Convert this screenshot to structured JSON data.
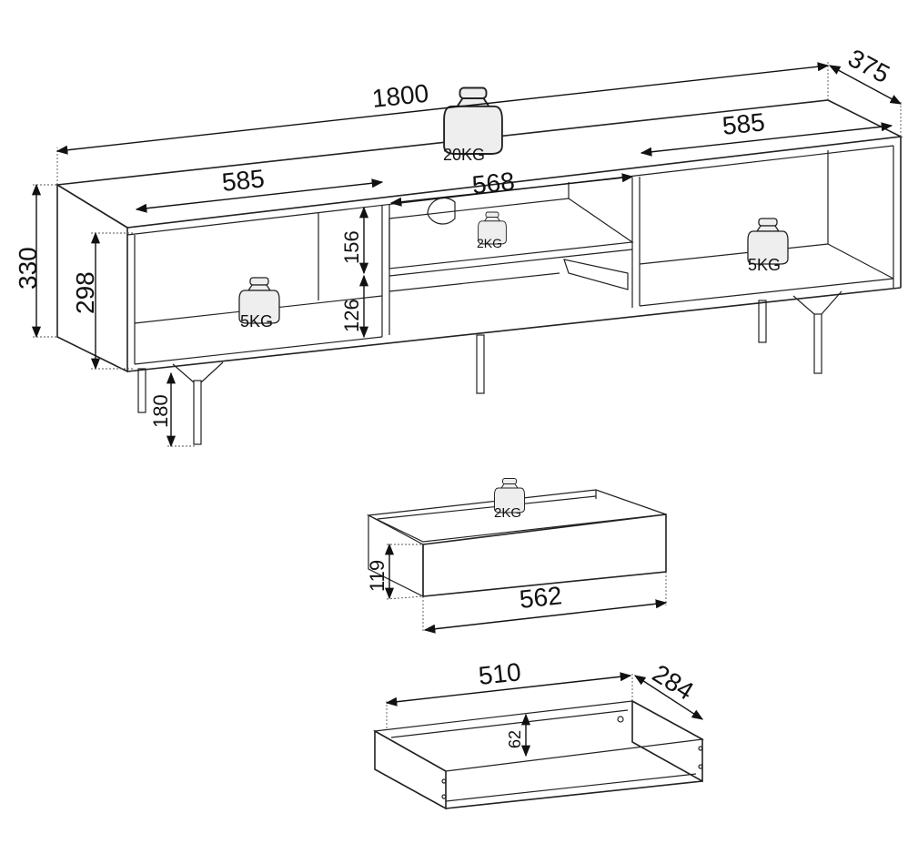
{
  "cabinet": {
    "width": "1800",
    "depth": "375",
    "height": "330",
    "left_compartment_width": "585",
    "right_compartment_width": "585",
    "middle_compartment_width": "568",
    "inner_height": "298",
    "upper_shelf_height": "156",
    "lower_shelf_height": "126",
    "leg_height": "180",
    "top_load": "20KG",
    "shelf_load": "2KG",
    "left_load": "5KG",
    "right_load": "5KG"
  },
  "drawer_front": {
    "height": "119",
    "width": "562",
    "load": "2KG"
  },
  "drawer_box": {
    "width": "510",
    "depth": "284",
    "height": "62"
  }
}
